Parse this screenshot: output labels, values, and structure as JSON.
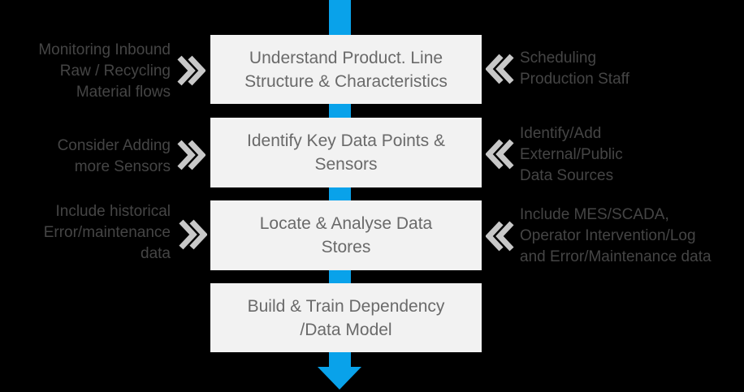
{
  "colors": {
    "background": "#000000",
    "arrow_blue": "#09a2ea",
    "box_fill": "#f2f2f2",
    "box_text": "#6a6a6a",
    "note_text": "#454545",
    "chevron": "#c8c8c8"
  },
  "steps": [
    {
      "label": "Understand Product. Line\nStructure & Characteristics",
      "left_note": "Monitoring Inbound\nRaw / Recycling\nMaterial flows",
      "right_note": "Scheduling\nProduction Staff"
    },
    {
      "label": "Identify Key Data Points &\nSensors",
      "left_note": "Consider Adding\nmore Sensors",
      "right_note": "Identify/Add\nExternal/Public\nData Sources"
    },
    {
      "label": "Locate & Analyse Data\nStores",
      "left_note": "Include historical\nError/maintenance\ndata",
      "right_note": "Include MES/SCADA,\nOperator Intervention/Log\nand Error/Maintenance data"
    },
    {
      "label": "Build & Train Dependency\n/Data Model"
    }
  ]
}
